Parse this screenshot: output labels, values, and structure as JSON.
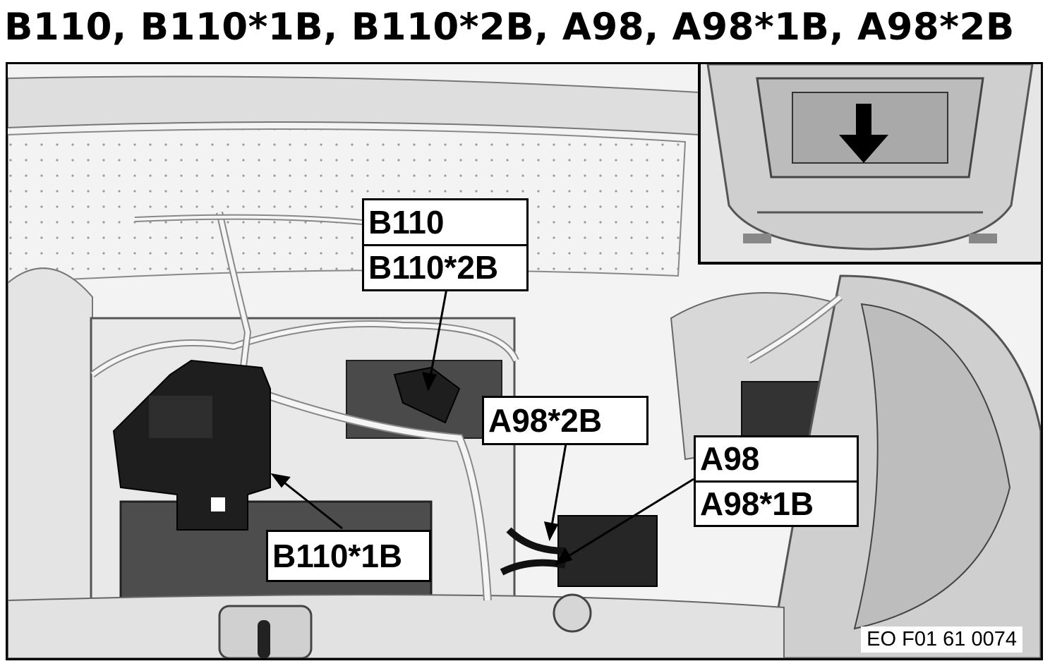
{
  "title": "B110, B110*1B, B110*2B, A98, A98*1B, A98*2B",
  "callouts": {
    "b110_group": [
      "B110",
      "B110*2B"
    ],
    "b110_1b": "B110*1B",
    "a98_2b": "A98*2B",
    "a98_group": [
      "A98",
      "A98*1B"
    ]
  },
  "reference_code": "EO F01 61 0074",
  "inset": {
    "arrow": "down-arrow-icon"
  },
  "colors": {
    "line": "#000000",
    "background": "#f1f1f1",
    "dark_part": "#1e1e1e"
  }
}
